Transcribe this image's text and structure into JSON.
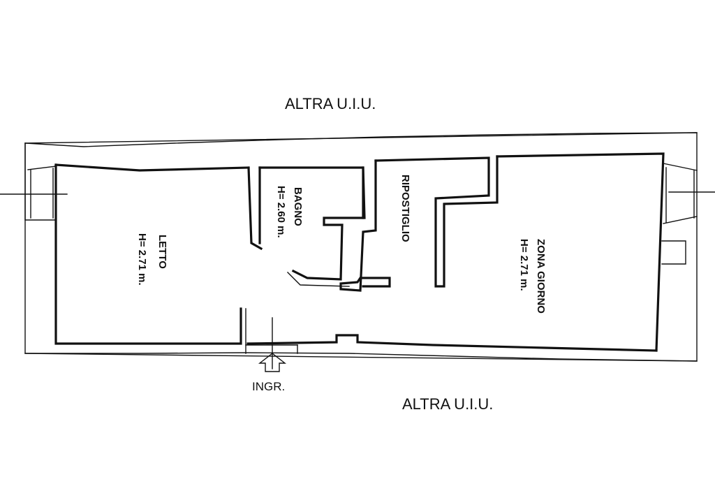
{
  "labels": {
    "top_neighbor": "ALTRA U.I.U.",
    "bottom_neighbor": "ALTRA U.I.U.",
    "entrance": "INGR."
  },
  "rooms": {
    "letto": {
      "name": "LETTO",
      "height": "H= 2.71 m."
    },
    "bagno": {
      "name": "BAGNO",
      "height": "H= 2.60 m."
    },
    "ripostiglio": {
      "name": "RIPOSTIGLIO"
    },
    "zona_giorno": {
      "name": "ZONA GIORNO",
      "height": "H= 2.71 m."
    }
  }
}
